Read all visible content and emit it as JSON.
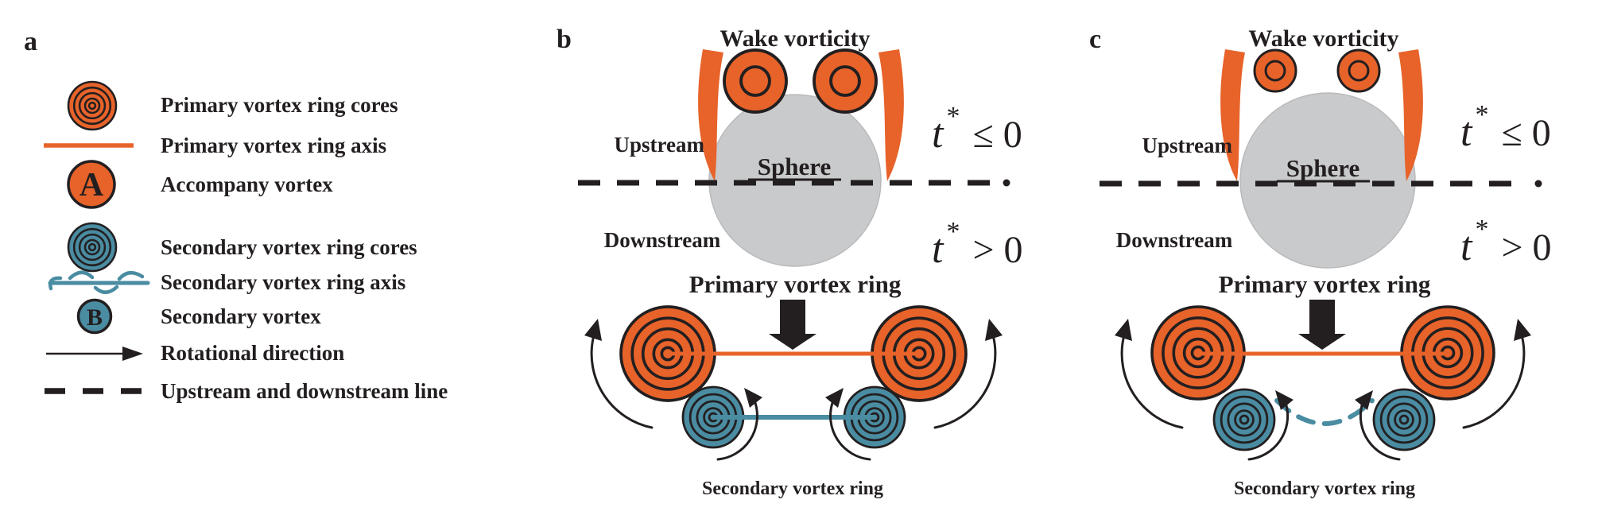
{
  "figure": {
    "colors": {
      "orange": "#E7632A",
      "teal": "#4A8CA2",
      "sphere_gray": "#C9CACB",
      "ink": "#231F20"
    },
    "panel_a": {
      "label": "a",
      "legend": [
        {
          "label": "Primary vortex ring cores",
          "icon": "primary-vortex-ring-cores-icon"
        },
        {
          "label": "Primary vortex ring axis",
          "icon": "primary-vortex-ring-axis-icon"
        },
        {
          "label": "Accompany vortex",
          "icon": "accompany-vortex-icon",
          "symbol": "A"
        },
        {
          "label": "Secondary vortex ring cores",
          "icon": "secondary-vortex-ring-cores-icon"
        },
        {
          "label": "Secondary vortex ring axis",
          "icon": "secondary-vortex-ring-axis-icon"
        },
        {
          "label": "Secondary vortex",
          "icon": "secondary-vortex-icon",
          "symbol": "B"
        },
        {
          "label": "Rotational direction",
          "icon": "rotational-direction-arrow-icon"
        },
        {
          "label": "Upstream and downstream line",
          "icon": "upstream-downstream-line-icon"
        }
      ]
    },
    "panel_b": {
      "label": "b",
      "wake_vorticity": "Wake vorticity",
      "upstream": "Upstream",
      "sphere": "Sphere",
      "downstream": "Downstream",
      "time_upstream": {
        "t": "t",
        "sup": "*",
        "rel": "≤ 0"
      },
      "time_downstream": {
        "t": "t",
        "sup": "*",
        "rel": "> 0"
      },
      "primary_vortex_ring": "Primary vortex ring",
      "secondary_vortex_ring": "Secondary vortex ring"
    },
    "panel_c": {
      "label": "c",
      "wake_vorticity": "Wake vorticity",
      "upstream": "Upstream",
      "sphere": "Sphere",
      "downstream": "Downstream",
      "time_upstream": {
        "t": "t",
        "sup": "*",
        "rel": "≤ 0"
      },
      "time_downstream": {
        "t": "t",
        "sup": "*",
        "rel": "> 0"
      },
      "primary_vortex_ring": "Primary vortex ring",
      "secondary_vortex_ring": "Secondary vortex ring"
    }
  }
}
